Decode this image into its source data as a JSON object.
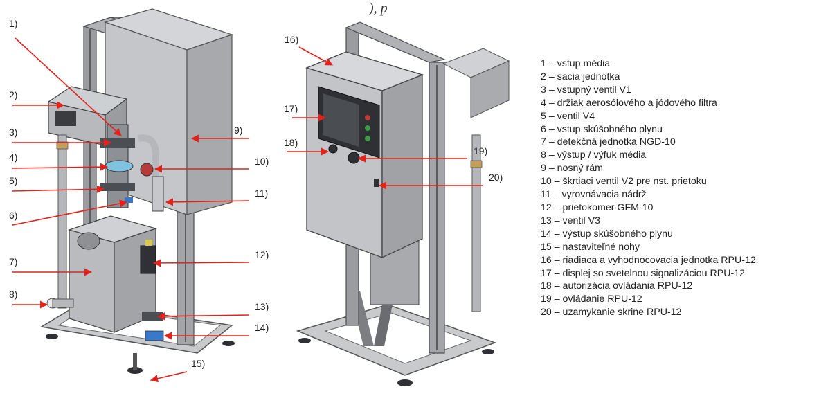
{
  "top_fragment": "), p",
  "callouts_left": [
    "1)",
    "2)",
    "3)",
    "4)",
    "5)",
    "6)",
    "7)",
    "8)",
    "9)",
    "10)",
    "11)",
    "12)",
    "13)",
    "14)",
    "15)"
  ],
  "callouts_right": [
    "16)",
    "17)",
    "18)",
    "19)",
    "20)"
  ],
  "legend": [
    "1 – vstup média",
    "2 – sacia jednotka",
    "3 – vstupný ventil V1",
    "4 – držiak aerosólového a jódového filtra",
    "5 – ventil V4",
    "6 – vstup skúšobného plynu",
    "7 – detekčná jednotka NGD-10",
    "8 – výstup / výfuk média",
    "9 – nosný rám",
    "10 – škrtiaci ventil V2 pre nst. prietoku",
    "11 – vyrovnávacia nádrž",
    "12 – prietokomer GFM-10",
    "13 – ventil V3",
    "14 – výstup skúšobného plynu",
    "15 – nastaviteľné nohy",
    "16 – riadiaca a vyhodnocovacia jednotka RPU-12",
    "17 – displej so svetelnou signalizáciou RPU-12",
    "18 – autorizácia ovládania RPU-12",
    "19 – ovládanie RPU-12",
    "20 – uzamykanie skrine RPU-12"
  ],
  "colors": {
    "arrow": "#e3231b",
    "frame": "#8c8f94",
    "panel": "#bfc1c4",
    "dark": "#2e3033"
  }
}
